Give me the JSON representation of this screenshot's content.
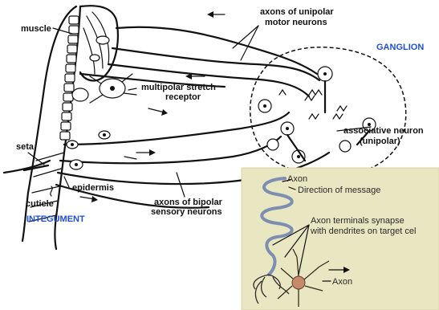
{
  "labels": {
    "muscle": "muscle",
    "axons_motor_line1": "axons of unipolar",
    "axons_motor_line2": "motor neurons",
    "ganglion": "GANGLION",
    "multipolar_line1": "multipolar stretch",
    "multipolar_line2": "receptor",
    "associative_line1": "associative neuron",
    "associative_line2": "(unipolar)",
    "seta": "seta",
    "epidermis": "epidermis",
    "cuticle": "cuticle",
    "integument": "INTEGUMENT",
    "axons_sensory_line1": "axons of bipolar",
    "axons_sensory_line2": "sensory neurons"
  },
  "inset": {
    "axon_top": "Axon",
    "direction": "Direction of message",
    "terminals_line1": "Axon terminals synapse",
    "terminals_line2": "with dendrites on target cel",
    "axon_bottom": "Axon"
  },
  "colors": {
    "label_blue": "#1f4fd8",
    "inset_bg": "#e9e6c2",
    "inset_axon": "#7d8fb0",
    "inset_target_cell": "#c58a6a"
  }
}
